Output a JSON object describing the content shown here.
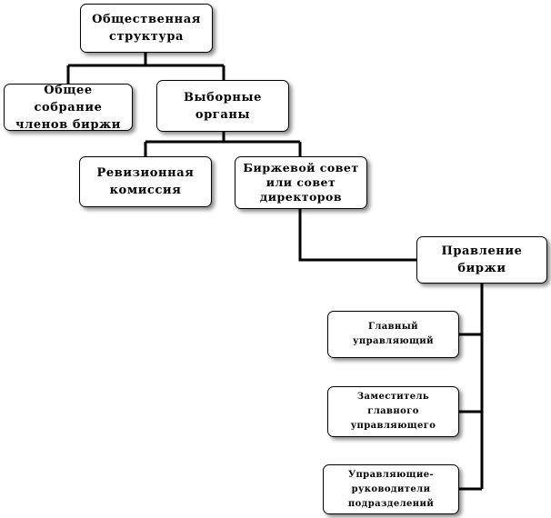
{
  "nodes": {
    "public_structure": "Общественная\nструктура",
    "general_meeting": "Общее собрание\nчленов биржи",
    "elected_bodies": "Выборные\nорганы",
    "audit_commission": "Ревизионная\nкомиссия",
    "exchange_council": "Биржевой совет\nили совет\nдиректоров",
    "exchange_board": "Правление\nбиржи",
    "chief_manager": "Главный\nуправляющий",
    "deputy_chief_manager": "Заместитель\nглавного\nуправляющего",
    "division_heads": "Управляющие-\nруководители\nподразделений"
  },
  "colors": {
    "line": "#000000",
    "box_border": "#000000",
    "background": "#ffffff"
  }
}
